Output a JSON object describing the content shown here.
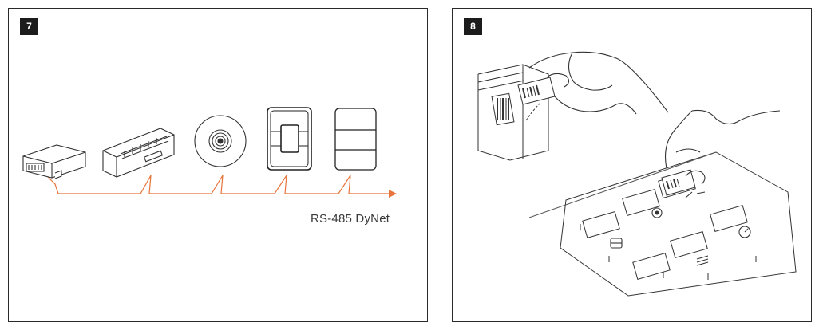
{
  "panels": [
    {
      "step": "7",
      "network_label": "RS-485 DyNet",
      "line_color": "#e8743b"
    },
    {
      "step": "8"
    }
  ]
}
